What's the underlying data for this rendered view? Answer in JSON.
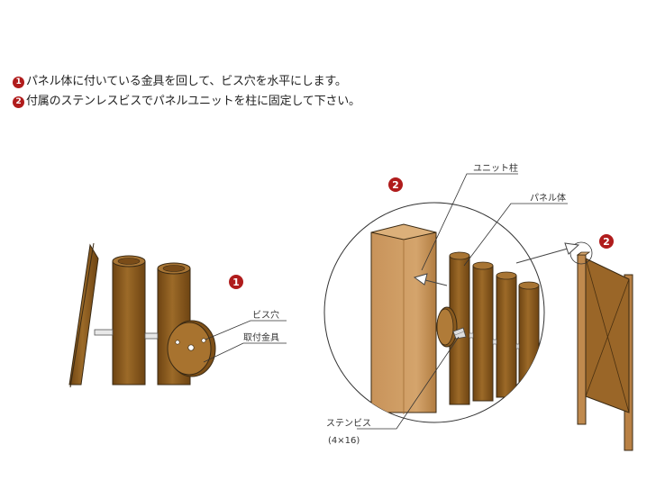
{
  "instructions": {
    "step1": {
      "number": "1",
      "text": "パネル体に付いている金具を回して、ビス穴を水平にします。"
    },
    "step2": {
      "number": "2",
      "text": "付属のステンレスビスでパネルユニットを柱に固定して下さい。"
    }
  },
  "figure1": {
    "badge": "1",
    "labels": {
      "screw_hole": "ビス穴",
      "bracket": "取付金具"
    }
  },
  "figure2": {
    "badge": "2",
    "labels": {
      "unit_post": "ユニット柱",
      "panel_body": "パネル体",
      "stainless_screw": "ステンビス",
      "screw_size": "(4×16)"
    }
  },
  "figure3": {
    "badge": "2"
  },
  "colors": {
    "badge_red": "#b01c1c",
    "wood_dark": "#8a5a1e",
    "wood_light": "#c9965a",
    "outline": "#3a2a14"
  }
}
